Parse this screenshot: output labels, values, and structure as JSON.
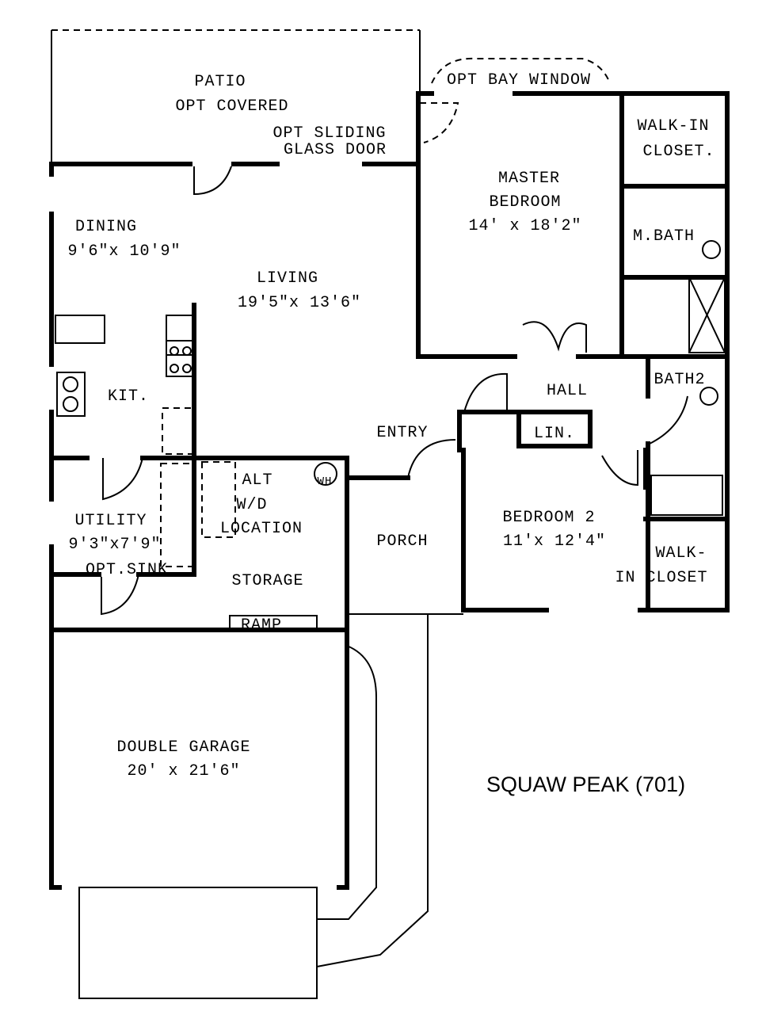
{
  "plan_title": "SQUAW PEAK (701)",
  "rooms": {
    "patio": [
      "PATIO",
      "OPT COVERED"
    ],
    "sliding_door": [
      "OPT SLIDING",
      "GLASS DOOR"
    ],
    "bay_window": "OPT BAY WINDOW",
    "dining": [
      "DINING",
      "9'6\"x 10'9\""
    ],
    "living": [
      "LIVING",
      "19'5\"x 13'6\""
    ],
    "master": [
      "MASTER",
      "BEDROOM",
      "14' x 18'2\""
    ],
    "master_closet": [
      "WALK-IN",
      "CLOSET."
    ],
    "master_bath": "M.BATH",
    "hall": "HALL",
    "bath2": "BATH2",
    "linen": "LIN.",
    "entry": "ENTRY",
    "kitchen": "KIT.",
    "utility": [
      "UTILITY",
      "9'3\"x7'9\"",
      "OPT.SINK"
    ],
    "alt_wd": [
      "ALT",
      "W/D",
      "LOCATION"
    ],
    "water_heater": "WH",
    "storage": "STORAGE",
    "ramp": "RAMP",
    "porch": "PORCH",
    "bedroom2": [
      "BEDROOM 2",
      "11'x 12'4\""
    ],
    "bed2_closet": [
      "WALK-",
      "IN CLOSET"
    ],
    "garage": [
      "DOUBLE GARAGE",
      "20' x 21'6\""
    ]
  }
}
